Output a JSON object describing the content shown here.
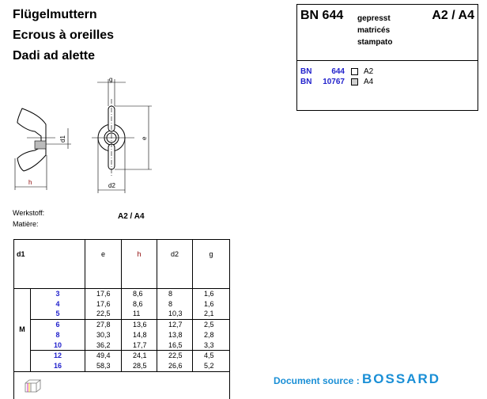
{
  "titles": [
    "Flügelmuttern",
    "Ecrous à oreilles",
    "Dadi ad alette"
  ],
  "header": {
    "standard": "BN 644",
    "process": [
      "gepresst",
      "matricés",
      "stampato"
    ],
    "material": "A2 / A4",
    "variants": [
      {
        "bn": "BN",
        "num": "644",
        "mat": "A2",
        "shaded": false
      },
      {
        "bn": "BN",
        "num": "10767",
        "mat": "A4",
        "shaded": true
      }
    ]
  },
  "drawing": {
    "labels": {
      "g": "g",
      "e": "e",
      "d1": "d1",
      "d2": "d2",
      "h": "h"
    }
  },
  "material": {
    "label_de": "Werkstoff:",
    "label_fr": "Matière:",
    "value": "A2 / A4"
  },
  "table": {
    "headers": [
      "d1",
      "e",
      "h",
      "d2",
      "g"
    ],
    "prefix": "M",
    "rows": [
      [
        "3",
        "17,6",
        "8,6",
        "8",
        "1,6"
      ],
      [
        "4",
        "17,6",
        "8,6",
        "8",
        "1,6"
      ],
      [
        "5",
        "22,5",
        "11",
        "10,3",
        "2,1"
      ],
      [
        "6",
        "27,8",
        "13,6",
        "12,7",
        "2,5"
      ],
      [
        "8",
        "30,3",
        "14,8",
        "13,8",
        "2,8"
      ],
      [
        "10",
        "36,2",
        "17,7",
        "16,5",
        "3,3"
      ],
      [
        "12",
        "49,4",
        "24,1",
        "22,5",
        "4,5"
      ],
      [
        "16",
        "58,3",
        "28,5",
        "26,6",
        "5,2"
      ]
    ]
  },
  "footer": {
    "source_label": "Document source :",
    "brand": "BOSSARD"
  },
  "colors": {
    "blue": "#2222cc",
    "brand": "#1a8fd6"
  }
}
